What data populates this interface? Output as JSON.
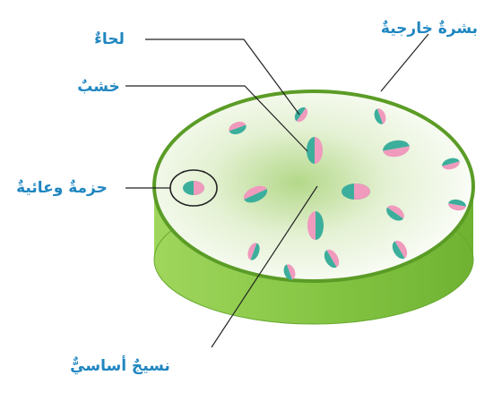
{
  "labels": {
    "epidermis": "بشرةٌ خارجيةٌ",
    "phloem": "لحاءٌ",
    "xylem": "خشبٌ",
    "vascular_bundle": "حزمةٌ وعائيةٌ",
    "ground_tissue": "نسيجٌ أساسيٌّ"
  },
  "colors": {
    "label_text": "#1f86c0",
    "stem_side": "#8ccc4a",
    "stem_rim": "#63a32a",
    "stem_face_center": "#b3d889",
    "stem_face_edge": "#ffffff",
    "xylem": "#3cae9c",
    "phloem": "#f09abd"
  }
}
